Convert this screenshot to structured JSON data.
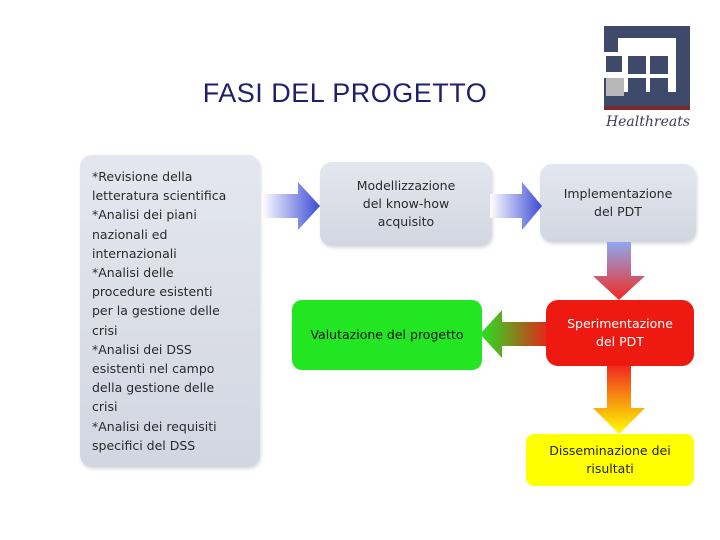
{
  "title": "FASI DEL PROGETTO",
  "logo": {
    "text": "Healthreats",
    "color": "#3f4a6b"
  },
  "left_box": {
    "lines": [
      "*Revisione della",
      "letteratura scientifica",
      "*Analisi dei piani",
      "nazionali ed",
      "internazionali",
      "*Analisi delle",
      "procedure esistenti",
      "per la gestione delle",
      "crisi",
      "*Analisi dei DSS",
      "esistenti nel campo",
      "della gestione delle",
      "crisi",
      "*Analisi dei requisiti",
      "specifici del DSS"
    ]
  },
  "boxes": {
    "modellizzazione": [
      "Modellizzazione",
      "del know-how",
      "acquisito"
    ],
    "implementazione": [
      "Implementazione",
      "del PDT"
    ],
    "valutazione": [
      "Valutazione del progetto"
    ],
    "sperimentazione": [
      "Sperimentazione",
      "del PDT"
    ],
    "disseminazione": [
      "Disseminazione dei",
      "risultati"
    ]
  },
  "colors": {
    "grey": "#d9dce4",
    "green": "#22e622",
    "red": "#ee1a12",
    "yellow": "#ffff00",
    "arrow_blue": "#3b4bd6",
    "title": "#1f1f6b"
  }
}
